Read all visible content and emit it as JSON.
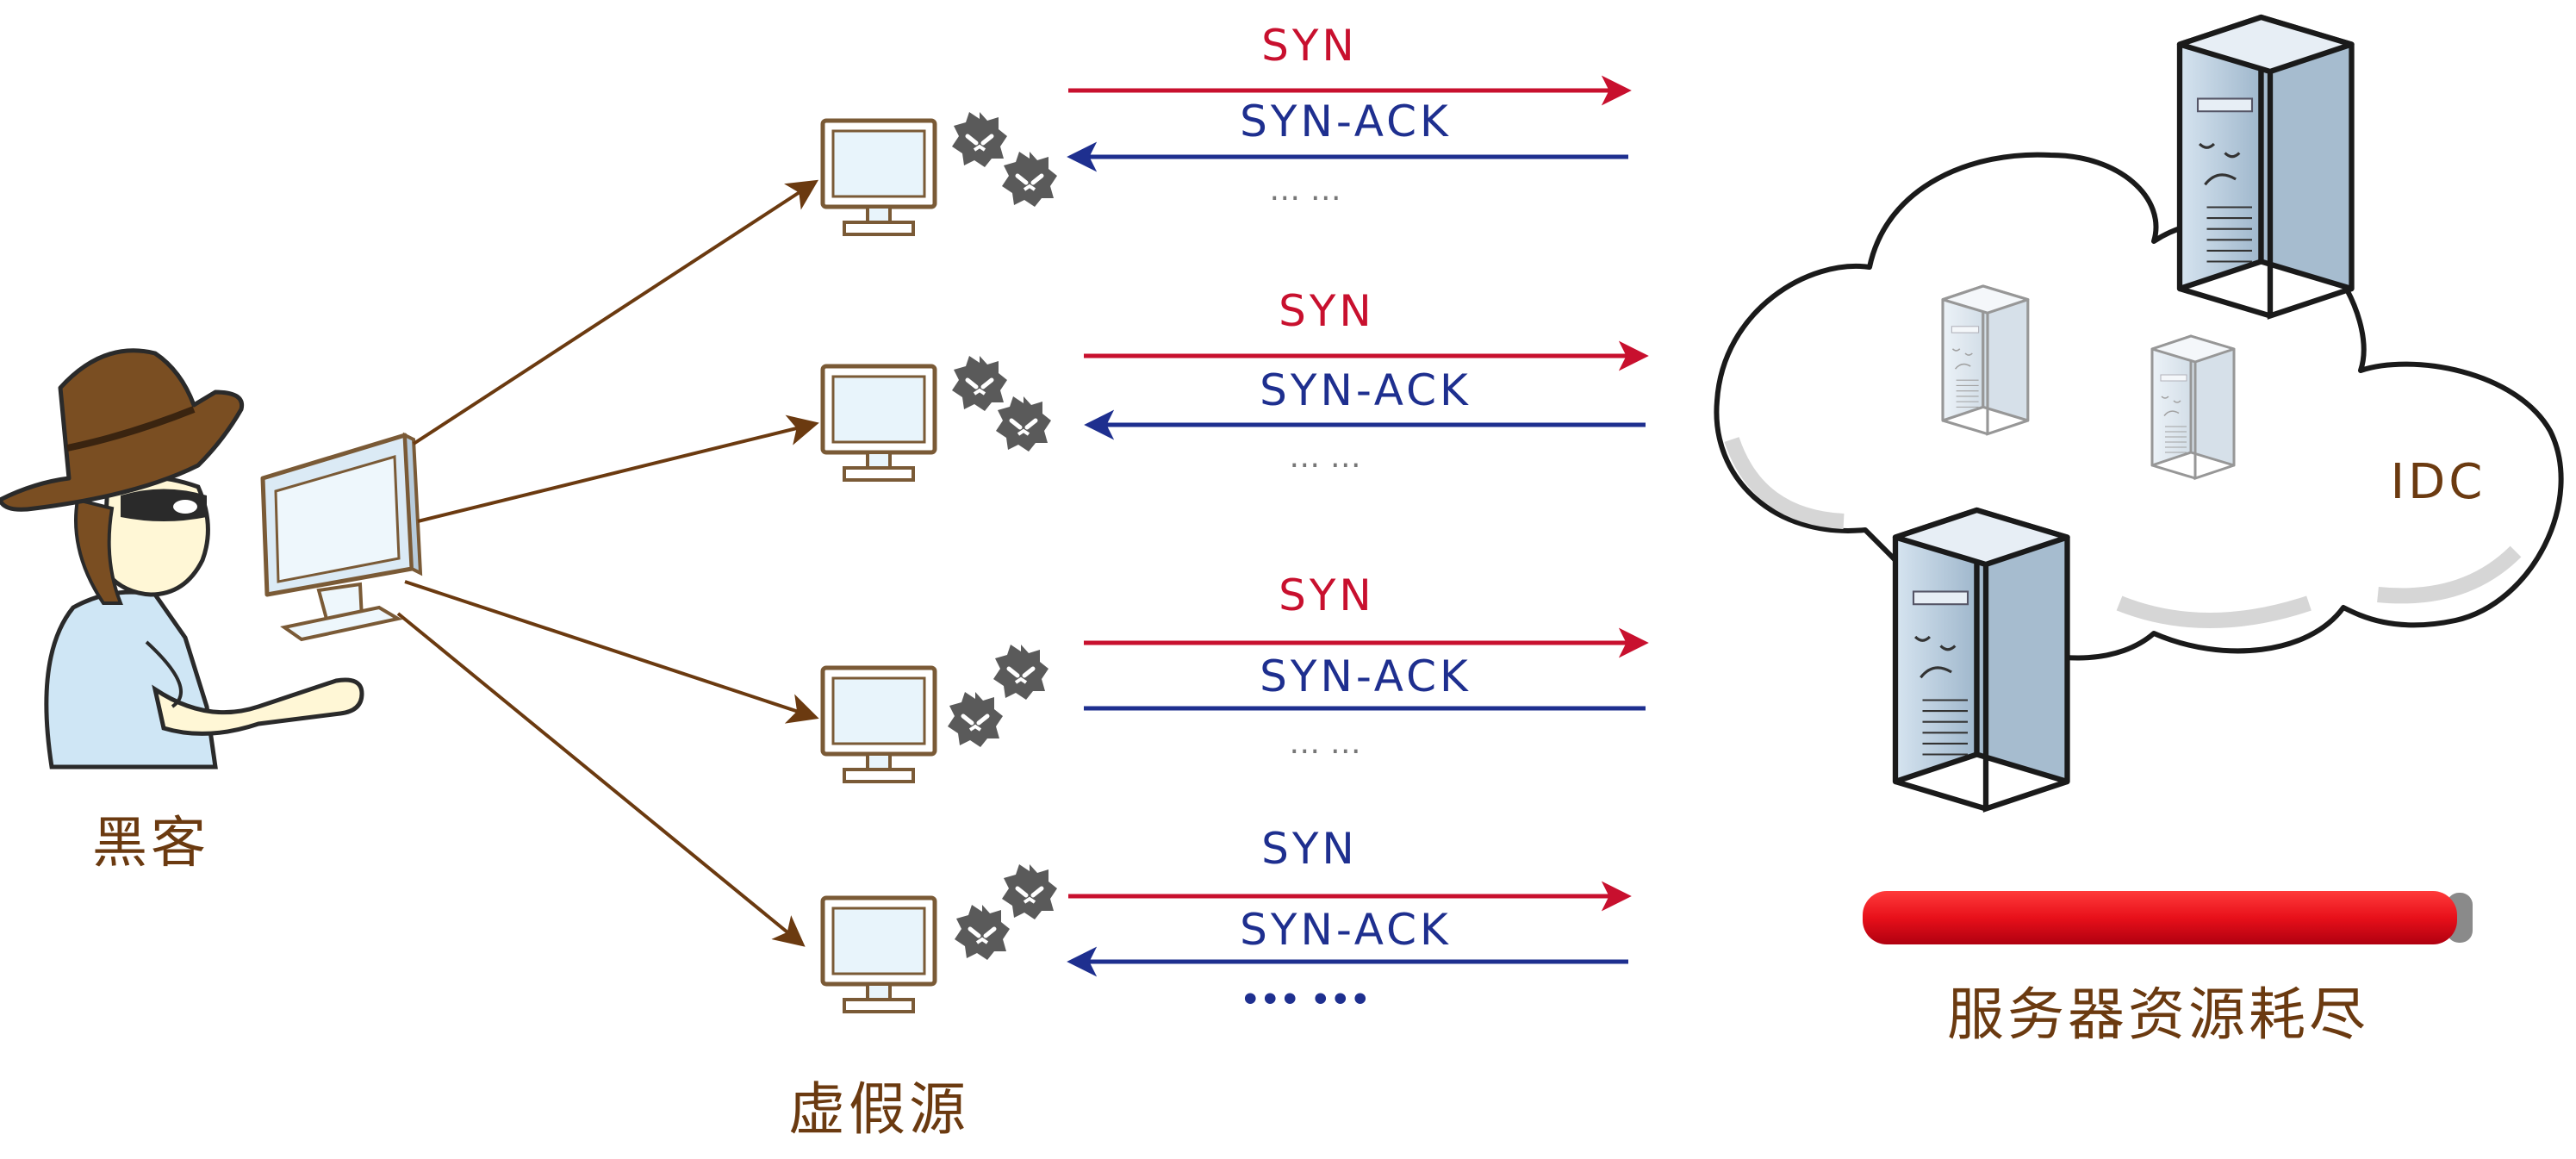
{
  "colors": {
    "syn_red": "#c8102e",
    "synack_blue": "#1e2f8f",
    "hacker_arrow": "#6b3a10",
    "label_brown": "#6b3a10",
    "monitor_frame": "#7a5a36",
    "monitor_screen": "#e8f4fb",
    "virus_gray": "#555555",
    "server_blue": "#b4c8dc",
    "exhaust_bar_red": "#e8101a",
    "exhaust_bar_cap": "#8a8a8a"
  },
  "icons": {
    "hacker": "hacker-icon",
    "attacker_monitor": "monitor-icon",
    "fake_source": "monitor-icon",
    "virus": "virus-icon",
    "server": "server-icon",
    "cloud": "cloud-icon"
  },
  "labels": {
    "hacker": "黑客",
    "fake_sources": "虚假源",
    "idc": "IDC",
    "exhausted": "服务器资源耗尽"
  },
  "exchanges": [
    {
      "syn": "SYN",
      "syn_color": "red",
      "synack": "SYN-ACK",
      "synack_has_arrow": true,
      "more": "… …",
      "more_color": "gray"
    },
    {
      "syn": "SYN",
      "syn_color": "red",
      "synack": "SYN-ACK",
      "synack_has_arrow": true,
      "more": "… …",
      "more_color": "gray"
    },
    {
      "syn": "SYN",
      "syn_color": "red",
      "synack": "SYN-ACK",
      "synack_has_arrow": false,
      "more": "… …",
      "more_color": "gray"
    },
    {
      "syn": "SYN",
      "syn_color": "blue",
      "synack": "SYN-ACK",
      "synack_has_arrow": true,
      "more": "••• •••",
      "more_color": "blue"
    }
  ],
  "resource_bar_level": 1.0
}
